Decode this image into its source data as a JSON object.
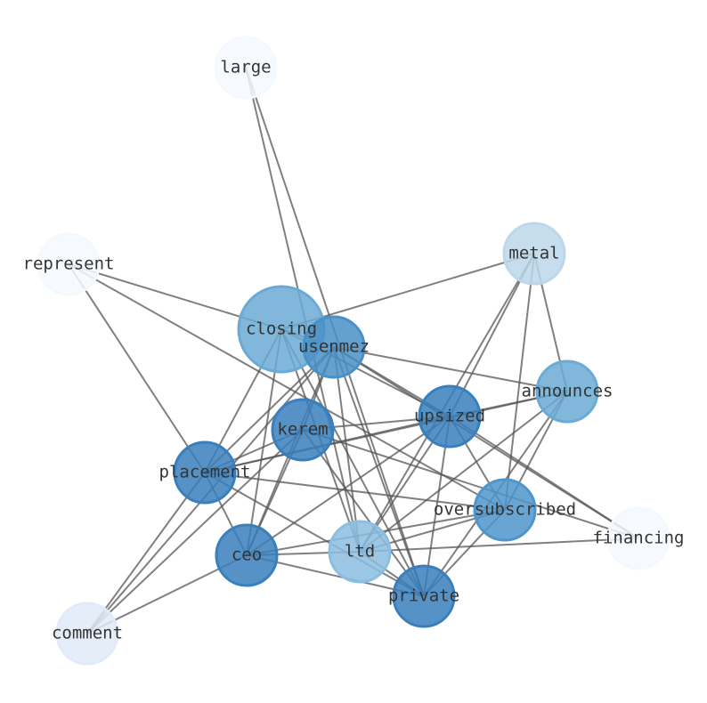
{
  "nodes": [
    {
      "id": "large",
      "label": "large",
      "color": "#f4f9fe"
    },
    {
      "id": "represent",
      "label": "represent",
      "color": "#f4f9fe"
    },
    {
      "id": "metal",
      "label": "metal",
      "color": "#bcd7eb"
    },
    {
      "id": "closing",
      "label": "closing",
      "color": "#6aaad5"
    },
    {
      "id": "usenmez",
      "label": "usenmez",
      "color": "#4a90c7"
    },
    {
      "id": "announces",
      "label": "announces",
      "color": "#6aaad5"
    },
    {
      "id": "upsized",
      "label": "upsized",
      "color": "#3a7fbd"
    },
    {
      "id": "kerem",
      "label": "kerem",
      "color": "#3a7fbd"
    },
    {
      "id": "placement",
      "label": "placement",
      "color": "#3a7fbd"
    },
    {
      "id": "oversubscribed",
      "label": "oversubscribed",
      "color": "#4f95ca"
    },
    {
      "id": "financing",
      "label": "financing",
      "color": "#f4f9fe"
    },
    {
      "id": "ceo",
      "label": "ceo",
      "color": "#3a7fbd"
    },
    {
      "id": "ltd",
      "label": "ltd",
      "color": "#8bbee0"
    },
    {
      "id": "private",
      "label": "private",
      "color": "#3a7fbd"
    },
    {
      "id": "comment",
      "label": "comment",
      "color": "#e0ebf7"
    }
  ],
  "edges": [
    [
      "large",
      "ltd"
    ],
    [
      "large",
      "private"
    ],
    [
      "represent",
      "closing"
    ],
    [
      "represent",
      "placement"
    ],
    [
      "represent",
      "oversubscribed"
    ],
    [
      "metal",
      "closing"
    ],
    [
      "metal",
      "upsized"
    ],
    [
      "metal",
      "ltd"
    ],
    [
      "metal",
      "oversubscribed"
    ],
    [
      "metal",
      "announces"
    ],
    [
      "announces",
      "usenmez"
    ],
    [
      "announces",
      "upsized"
    ],
    [
      "announces",
      "placement"
    ],
    [
      "announces",
      "oversubscribed"
    ],
    [
      "announces",
      "private"
    ],
    [
      "announces",
      "ltd"
    ],
    [
      "upsized",
      "closing"
    ],
    [
      "upsized",
      "usenmez"
    ],
    [
      "upsized",
      "kerem"
    ],
    [
      "upsized",
      "placement"
    ],
    [
      "upsized",
      "ceo"
    ],
    [
      "upsized",
      "ltd"
    ],
    [
      "upsized",
      "private"
    ],
    [
      "upsized",
      "oversubscribed"
    ],
    [
      "upsized",
      "financing"
    ],
    [
      "financing",
      "kerem"
    ],
    [
      "financing",
      "ltd"
    ],
    [
      "financing",
      "usenmez"
    ],
    [
      "ltd",
      "ceo"
    ],
    [
      "ltd",
      "private"
    ],
    [
      "ltd",
      "oversubscribed"
    ],
    [
      "ltd",
      "closing"
    ],
    [
      "ltd",
      "usenmez"
    ],
    [
      "private",
      "closing"
    ],
    [
      "private",
      "usenmez"
    ],
    [
      "private",
      "kerem"
    ],
    [
      "private",
      "placement"
    ],
    [
      "private",
      "ceo"
    ],
    [
      "private",
      "oversubscribed"
    ],
    [
      "ceo",
      "kerem"
    ],
    [
      "ceo",
      "usenmez"
    ],
    [
      "ceo",
      "closing"
    ],
    [
      "ceo",
      "placement"
    ],
    [
      "ceo",
      "comment"
    ],
    [
      "ceo",
      "oversubscribed"
    ],
    [
      "comment",
      "placement"
    ],
    [
      "comment",
      "kerem"
    ],
    [
      "comment",
      "usenmez"
    ],
    [
      "placement",
      "usenmez"
    ],
    [
      "placement",
      "closing"
    ],
    [
      "placement",
      "kerem"
    ],
    [
      "placement",
      "oversubscribed"
    ],
    [
      "kerem",
      "usenmez"
    ],
    [
      "closing",
      "usenmez"
    ]
  ]
}
